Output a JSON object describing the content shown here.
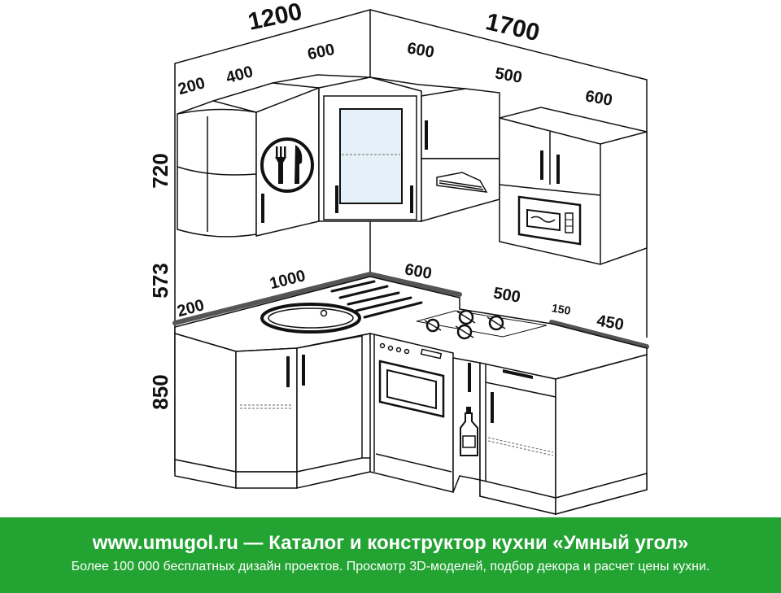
{
  "dimensions": {
    "wall_left_total": "1200",
    "wall_right_total": "1700",
    "upper_left_shelf": "200",
    "upper_left_cabinet": "400",
    "upper_corner_left": "600",
    "upper_corner_right": "600",
    "upper_hood": "500",
    "upper_right_cabinet": "600",
    "height_upper": "720",
    "height_gap": "573",
    "height_base": "850",
    "base_end": "200",
    "base_sink_run": "1000",
    "base_stove_corner": "600",
    "base_stove": "500",
    "base_bottle": "150",
    "base_right": "450"
  },
  "footer": {
    "title": "www.umugol.ru — Каталог и конструктор кухни «Умный угол»",
    "subtitle": "Более 100 000 бесплатных дизайн проектов. Просмотр 3D-моделей, подбор декора и расчет цены кухни."
  },
  "colors": {
    "footer_bg": "#22a332",
    "line": "#111111",
    "glass": "#e4f1f8"
  }
}
